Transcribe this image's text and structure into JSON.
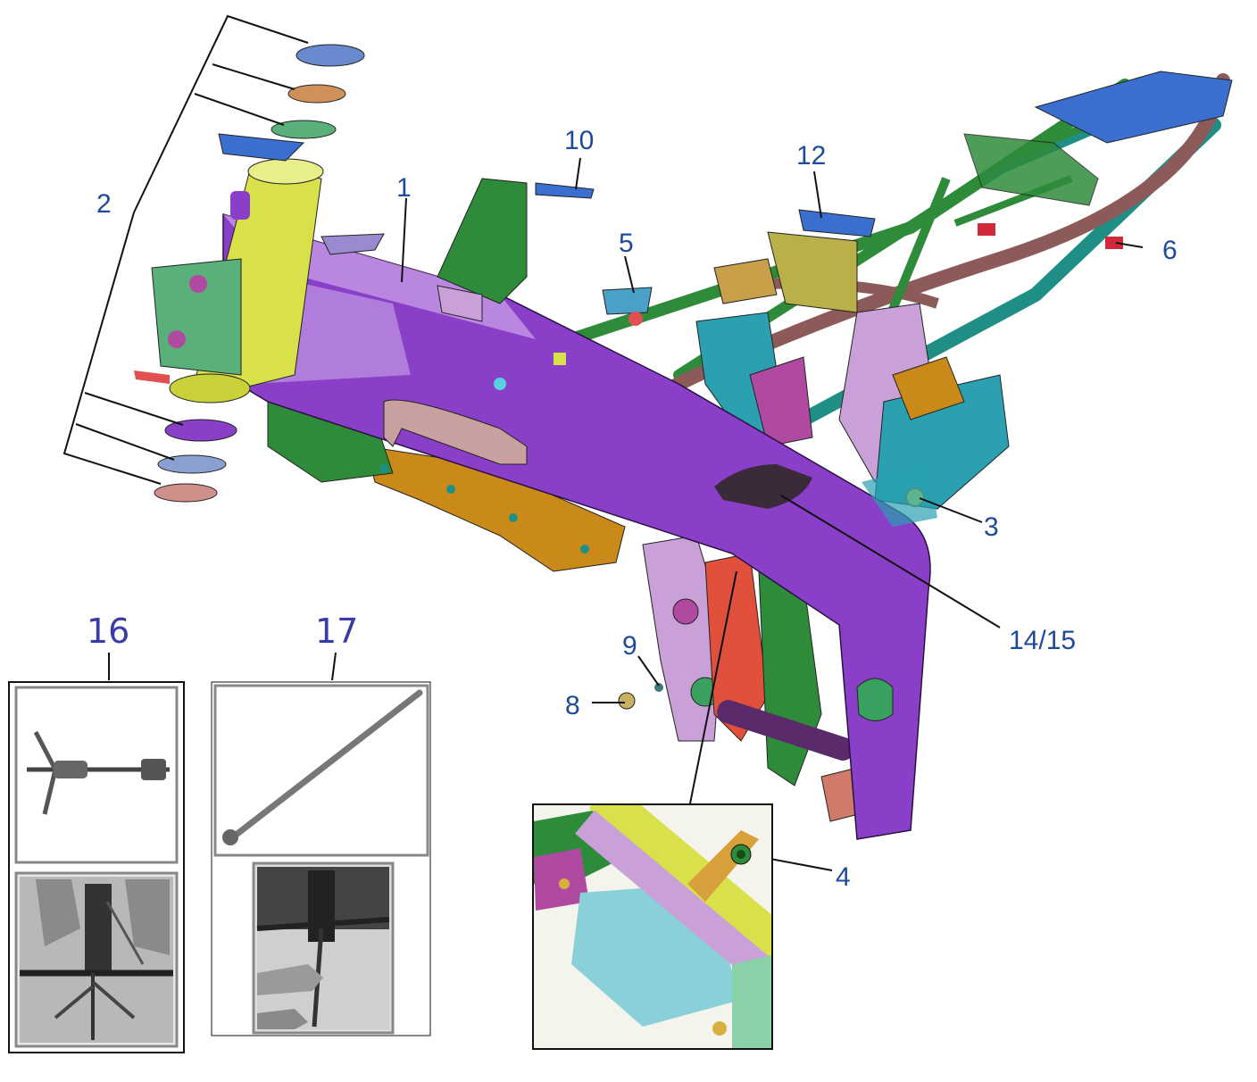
{
  "colors": {
    "label_blue": "#1f4a9c",
    "tool_label": "#3a3aa8",
    "main_purple": "#8a3fc8",
    "frame_green": "#2e8b3a",
    "frame_teal": "#1f8f86",
    "tube_brown": "#8d5a5a",
    "mount_orange": "#c98a1a",
    "bracket_blue": "#3a6fd0",
    "head_yellow": "#d8e04a"
  },
  "callouts": [
    {
      "id": "1",
      "text": "1"
    },
    {
      "id": "2",
      "text": "2"
    },
    {
      "id": "3",
      "text": "3"
    },
    {
      "id": "4",
      "text": "4"
    },
    {
      "id": "5",
      "text": "5"
    },
    {
      "id": "6",
      "text": "6"
    },
    {
      "id": "8",
      "text": "8"
    },
    {
      "id": "9",
      "text": "9"
    },
    {
      "id": "10",
      "text": "10"
    },
    {
      "id": "12",
      "text": "12"
    },
    {
      "id": "14_15",
      "text": "14/15"
    },
    {
      "id": "16",
      "text": "16"
    },
    {
      "id": "17",
      "text": "17"
    }
  ]
}
